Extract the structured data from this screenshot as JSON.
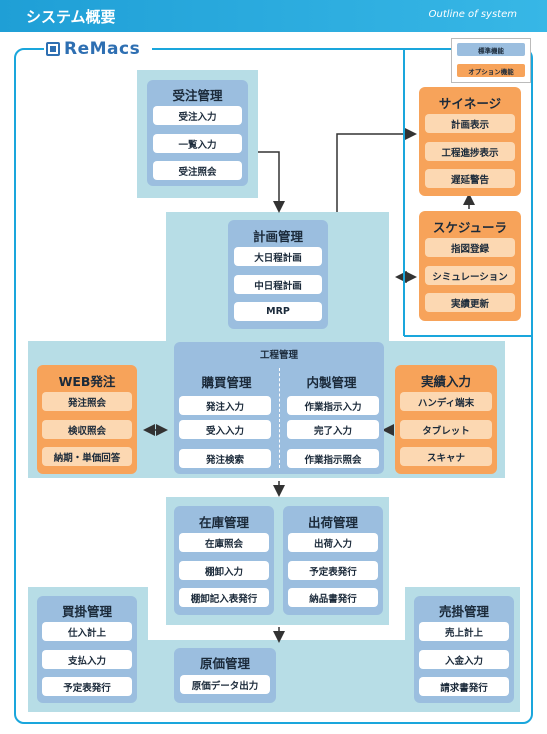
{
  "header": {
    "title": "システム概要",
    "subtitle": "Outline of system"
  },
  "logo": {
    "text": "ReMacs"
  },
  "legend": {
    "standard": "標準機能",
    "option": "オプション機能"
  },
  "colors": {
    "header": "#1f9fd6",
    "border": "#1aa6dc",
    "panel": "#9bbedf",
    "option": "#f7a35a",
    "teal": "#b7dde6"
  },
  "juchu": {
    "title": "受注管理",
    "items": [
      "受注入力",
      "一覧入力",
      "受注照会"
    ]
  },
  "keikaku": {
    "title": "計画管理",
    "items": [
      "大日程計画",
      "中日程計画",
      "MRP"
    ]
  },
  "koutei": {
    "title": "工程管理"
  },
  "kobai": {
    "title": "購買管理",
    "items": [
      "発注入力",
      "受入入力",
      "発注検索"
    ]
  },
  "naisei": {
    "title": "内製管理",
    "items": [
      "作業指示入力",
      "完了入力",
      "作業指示照会"
    ]
  },
  "web": {
    "title": "WEB発注",
    "items": [
      "発注照会",
      "検収照会",
      "納期・単価回答"
    ]
  },
  "jisseki": {
    "title": "実績入力",
    "items": [
      "ハンディ端末",
      "タブレット",
      "スキャナ"
    ]
  },
  "signage": {
    "title": "サイネージ",
    "items": [
      "計画表示",
      "工程進捗表示",
      "遅延警告"
    ]
  },
  "scheduler": {
    "title": "スケジューラ",
    "items": [
      "指図登録",
      "シミュレーション",
      "実績更新"
    ]
  },
  "zaiko": {
    "title": "在庫管理",
    "items": [
      "在庫照会",
      "棚卸入力",
      "棚卸記入表発行"
    ]
  },
  "shukka": {
    "title": "出荷管理",
    "items": [
      "出荷入力",
      "予定表発行",
      "納品書発行"
    ]
  },
  "kaikake": {
    "title": "買掛管理",
    "items": [
      "仕入計上",
      "支払入力",
      "予定表発行"
    ]
  },
  "urikake": {
    "title": "売掛管理",
    "items": [
      "売上計上",
      "入金入力",
      "請求書発行"
    ]
  },
  "genka": {
    "title": "原価管理",
    "items": [
      "原価データ出力"
    ]
  }
}
